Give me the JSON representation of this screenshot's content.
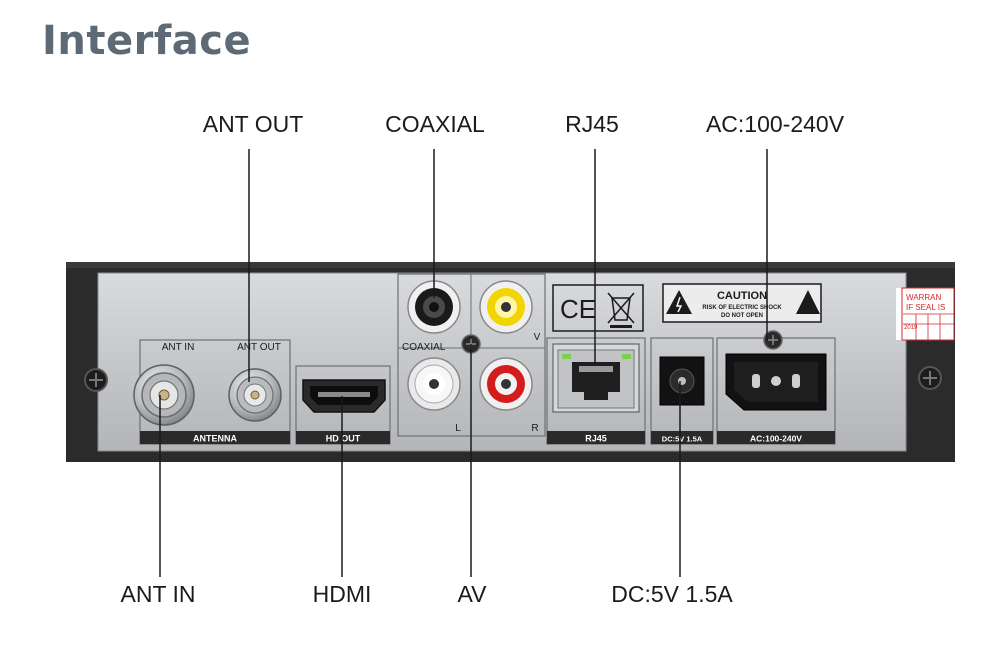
{
  "title": "Interface",
  "callouts_top": {
    "ant_out": "ANT OUT",
    "coaxial": "COAXIAL",
    "rj45": "RJ45",
    "ac": "AC:100-240V"
  },
  "callouts_bottom": {
    "ant_in": "ANT IN",
    "hdmi": "HDMI",
    "av": "AV",
    "dc": "DC:5V 1.5A"
  },
  "panel_labels": {
    "ant_in": "ANT IN",
    "ant_out": "ANT OUT",
    "antenna": "ANTENNA",
    "hd_out": "HD OUT",
    "coaxial": "COAXIAL",
    "v": "V",
    "l": "L",
    "r": "R",
    "rj45": "RJ45",
    "dc": "DC:5V 1.5A",
    "ac": "AC:100-240V",
    "ce": "CE",
    "caution_title": "CAUTION",
    "caution_line1": "RISK OF ELECTRIC SHOCK",
    "caution_line2": "DO NOT OPEN",
    "warranty_line1": "WARRAN",
    "warranty_line2": "IF SEAL IS",
    "warranty_year": "2019"
  },
  "colors": {
    "title": "#5d6975",
    "chassis": "#2b2b2b",
    "panel": "#c7c9cc",
    "label_bar": "#2a2a2a",
    "rca_yellow": "#f2d500",
    "rca_red": "#d41c1c",
    "rca_white": "#f4f4f4",
    "rca_black": "#1a1a1a",
    "led_green": "#7cd34a",
    "warranty_red": "#d22a2a"
  }
}
